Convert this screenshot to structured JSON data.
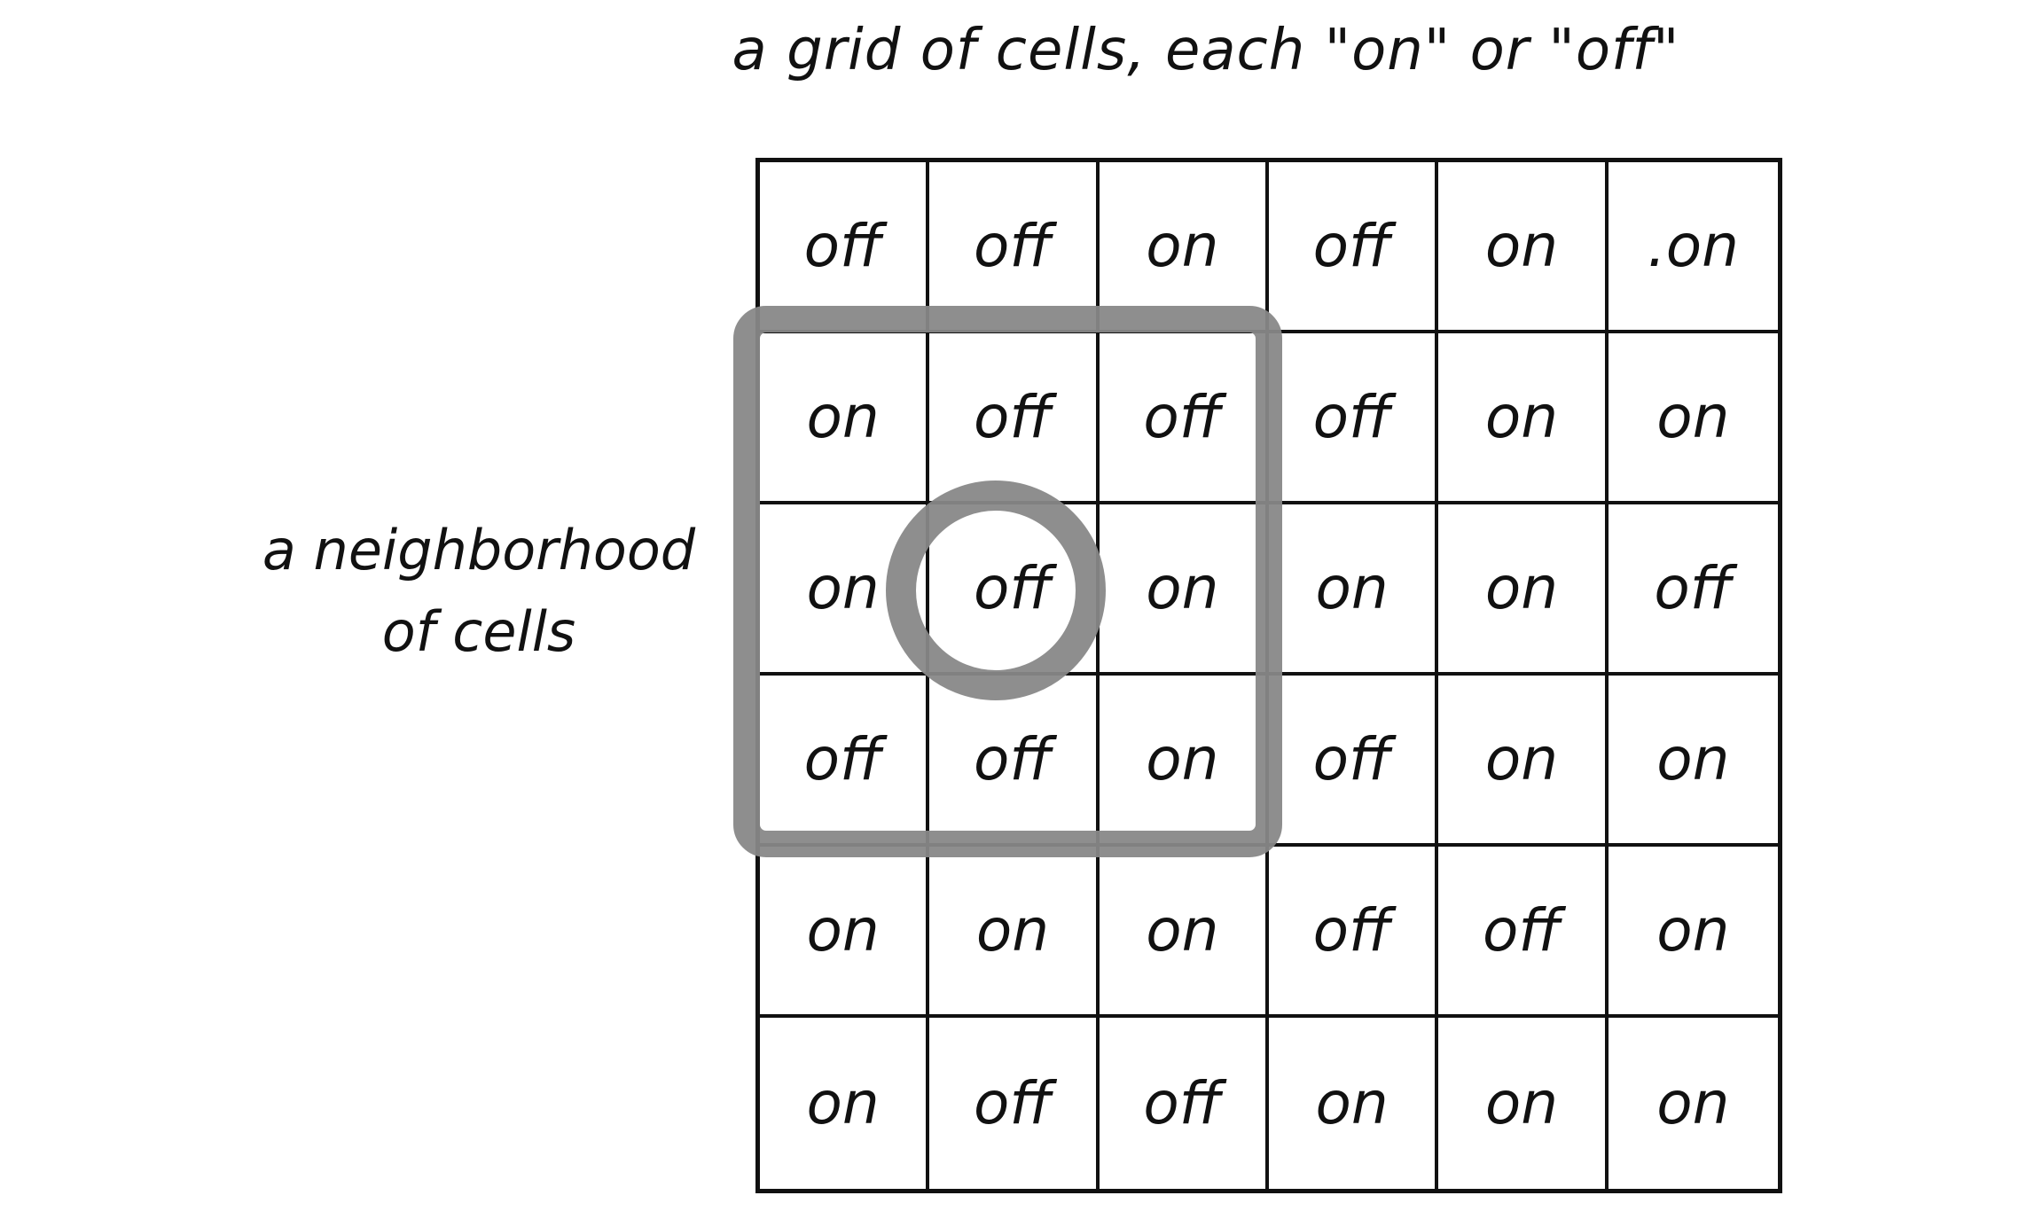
{
  "title": "a grid of cells, each \"on\" or \"off\"",
  "side_label": {
    "line1": "a neighborhood",
    "line2": "of cells"
  },
  "grid": {
    "rows": [
      [
        "off",
        "off",
        "on",
        "off",
        "on",
        ".on"
      ],
      [
        "on",
        "off",
        "off",
        "off",
        "on",
        "on"
      ],
      [
        "on",
        "off",
        "on",
        "on",
        "on",
        "off"
      ],
      [
        "off",
        "off",
        "on",
        "off",
        "on",
        "on"
      ],
      [
        "on",
        "on",
        "on",
        "off",
        "off",
        "on"
      ],
      [
        "on",
        "off",
        "off",
        "on",
        "on",
        "on"
      ]
    ]
  },
  "highlight_color": "#888888",
  "ink_color": "#111111"
}
